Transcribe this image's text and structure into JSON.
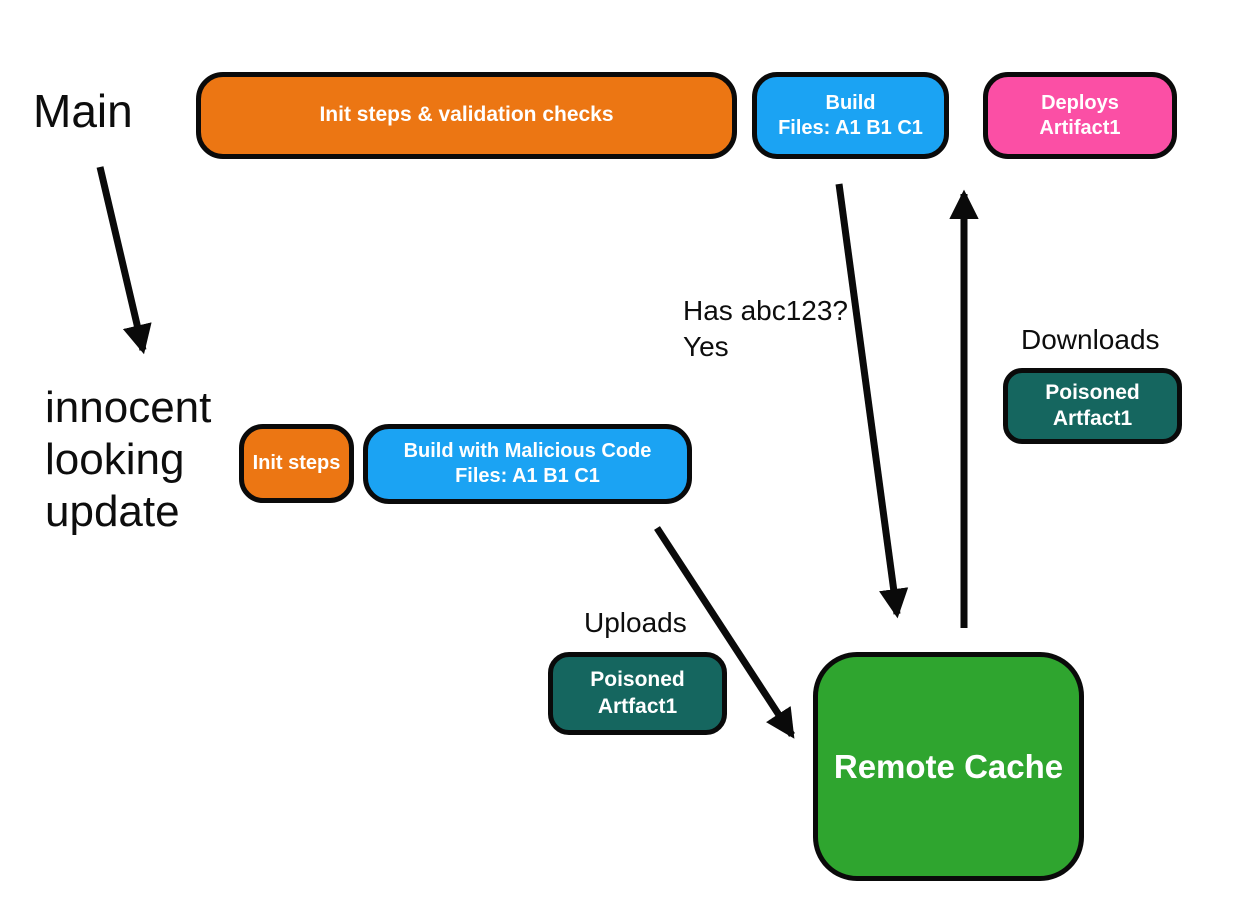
{
  "title": "Build cache poisoning flow diagram",
  "colors": {
    "orange": "#EC7613",
    "blue": "#1BA3F3",
    "pink": "#FB4FA5",
    "teal": "#15665F",
    "green": "#2FA52F",
    "ink": "#0A0A0A",
    "bg": "#FFFFFF"
  },
  "labels": {
    "main": "Main",
    "innocent_update": "innocent\nlooking\nupdate",
    "has_abc123": "Has abc123?\nYes",
    "downloads": "Downloads",
    "uploads": "Uploads"
  },
  "nodes": {
    "init_validation": {
      "label": "Init steps & validation checks"
    },
    "build": {
      "line1": "Build",
      "line2": "Files: A1 B1 C1"
    },
    "deploys": {
      "line1": "Deploys",
      "line2": "Artifact1"
    },
    "init_steps": {
      "label": "Init steps"
    },
    "build_malicious": {
      "line1": "Build with Malicious Code",
      "line2": "Files: A1 B1 C1"
    },
    "poisoned_artifact_download": {
      "line1": "Poisoned",
      "line2": "Artfact1"
    },
    "poisoned_artifact_upload": {
      "line1": "Poisoned",
      "line2": "Artfact1"
    },
    "remote_cache": {
      "label": "Remote Cache"
    }
  },
  "edges": [
    {
      "name": "main-to-innocent-update"
    },
    {
      "name": "build-to-remote-cache"
    },
    {
      "name": "remote-cache-to-deploys"
    },
    {
      "name": "build-malicious-to-remote-cache"
    }
  ]
}
